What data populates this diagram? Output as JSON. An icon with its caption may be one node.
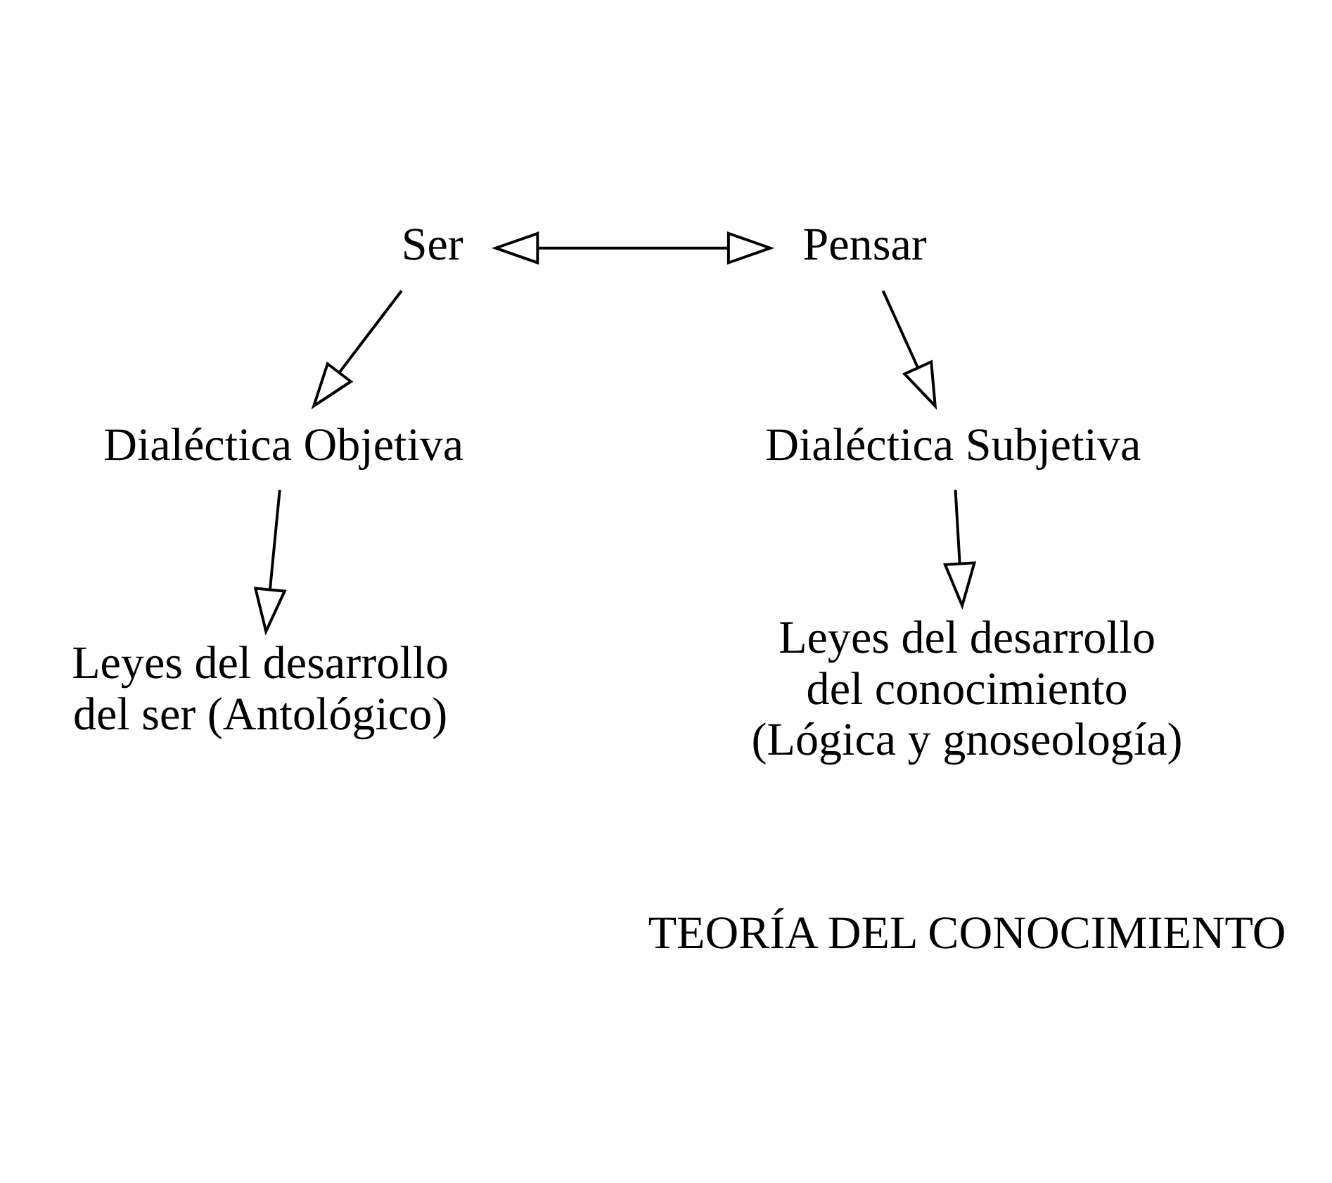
{
  "diagram": {
    "nodes": [
      {
        "text": [
          "Ser"
        ]
      },
      {
        "text": [
          "Pensar"
        ]
      },
      {
        "text": [
          "Dialéctica Objetiva"
        ]
      },
      {
        "text": [
          "Dialéctica Subjetiva"
        ]
      },
      {
        "text": [
          "Leyes del desarrollo del ser (Antológico)"
        ]
      },
      {
        "text": [
          "Leyes del desarrollo del conocimiento (Lógica y gnoseología)"
        ]
      }
    ],
    "edges": [
      {
        "from": 0,
        "to": 1,
        "arrow": "both"
      },
      {
        "from": 0,
        "to": 2,
        "arrow": "to"
      },
      {
        "from": 1,
        "to": 3,
        "arrow": "to"
      },
      {
        "from": 2,
        "to": 4,
        "arrow": "to"
      },
      {
        "from": 3,
        "to": 5,
        "arrow": "to"
      }
    ],
    "labels": [
      "TEORÍA DEL CONOCIMIENTO"
    ]
  }
}
